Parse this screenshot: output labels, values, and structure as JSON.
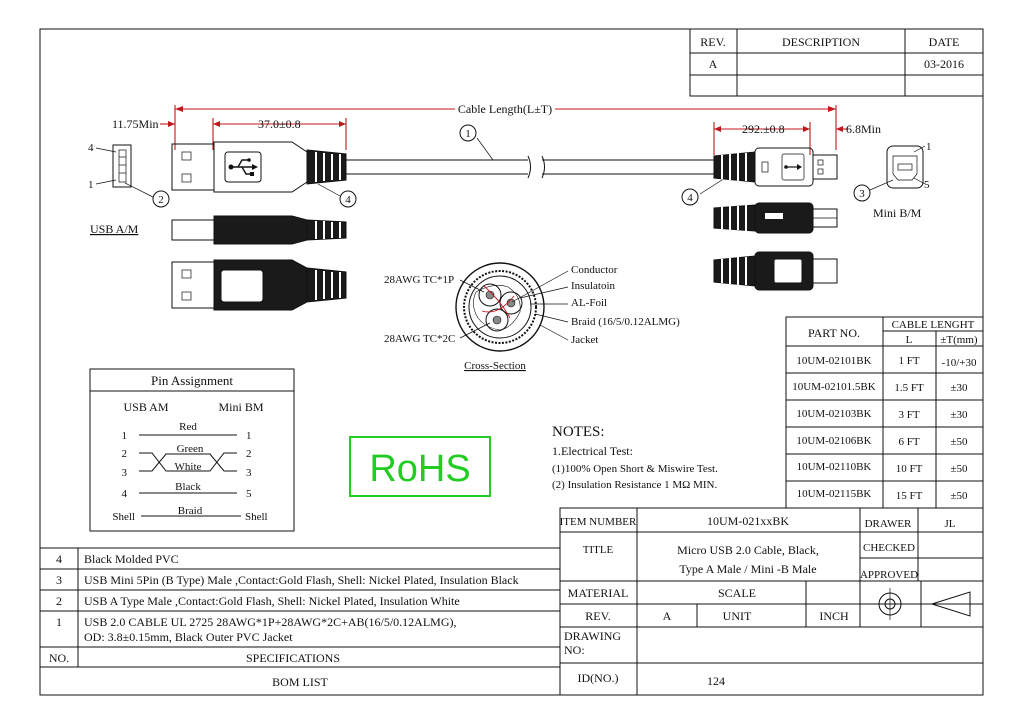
{
  "revision_block": {
    "rev_header": "REV.",
    "description_header": "DESCRIPTION",
    "date_header": "DATE",
    "rev_value": "A",
    "description_value": "",
    "date_value": "03-2016"
  },
  "drawing": {
    "cable_length": "Cable Length(L±T)",
    "dim_left_min": "11.75Min",
    "dim_left_len": "37.0±0.8",
    "dim_right_len": "292.±0.8",
    "dim_right_min": "6.8Min",
    "callout_1": "1",
    "callout_2": "2",
    "callout_3": "3",
    "callout_4": "4",
    "usb_a_pin_4": "4",
    "usb_a_pin_1": "1",
    "mini_b_pin_1": "1",
    "mini_b_pin_5": "5",
    "usb_a_label": "USB A/M",
    "mini_b_label": "Mini B/M"
  },
  "cross_section": {
    "title": "Cross-Section",
    "label_tc1": "28AWG TC*1P",
    "label_tc2": "28AWG TC*2C",
    "label_conductor": "Conductor",
    "label_insulation": "Insulatoin",
    "label_foil": "AL-Foil",
    "label_braid": "Braid (16/5/0.12ALMG)",
    "label_jacket": "Jacket"
  },
  "pin_assignment": {
    "title": "Pin Assignment",
    "left_header": "USB AM",
    "right_header": "Mini BM",
    "rows": [
      {
        "left": "1",
        "wire": "Red",
        "right": "1"
      },
      {
        "left": "2",
        "wire": "Green",
        "right": "2"
      },
      {
        "left": "3",
        "wire": "White",
        "right": "3"
      },
      {
        "left": "4",
        "wire": "Black",
        "right": "5"
      },
      {
        "left": "Shell",
        "wire": "Braid",
        "right": "Shell"
      }
    ]
  },
  "rohs": {
    "label": "RoHS",
    "color": "#22cc22"
  },
  "notes": {
    "title": "NOTES:",
    "subtitle": "1.Electrical Test:",
    "line1": "(1)100% Open Short & Miswire Test.",
    "line2": "(2) Insulation Resistance 1 MΩ  MIN."
  },
  "part_table": {
    "part_header": "PART NO.",
    "length_header": "CABLE LENGHT",
    "l_header": "L",
    "t_header": "±T(mm)",
    "rows": [
      {
        "part": "10UM-02101BK",
        "length": "1 FT",
        "tolerance": "-10/+30"
      },
      {
        "part": "10UM-02101.5BK",
        "length": "1.5 FT",
        "tolerance": "±30"
      },
      {
        "part": "10UM-02103BK",
        "length": "3 FT",
        "tolerance": "±30"
      },
      {
        "part": "10UM-02106BK",
        "length": "6 FT",
        "tolerance": "±50"
      },
      {
        "part": "10UM-02110BK",
        "length": "10 FT",
        "tolerance": "±50"
      },
      {
        "part": "10UM-02115BK",
        "length": "15 FT",
        "tolerance": "±50"
      }
    ]
  },
  "title_block": {
    "item_number_label": "ITEM NUMBER",
    "item_number_value": "10UM-021xxBK",
    "drawer_label": "DRAWER",
    "drawer_value": "JL",
    "title_label": "TITLE",
    "title_line1": "Micro USB 2.0 Cable, Black,",
    "title_line2": "Type A Male / Mini -B Male",
    "checked_label": "CHECKED",
    "approved_label": "APPROVED",
    "material_label": "MATERIAL",
    "scale_label": "SCALE",
    "rev_label": "REV.",
    "rev_value": "A",
    "unit_label": "UNIT",
    "unit_value": "INCH",
    "drawing_no_line1": "DRAWING",
    "drawing_no_line2": "NO:",
    "id_label": "ID(NO.)",
    "id_value": "124"
  },
  "bom": {
    "no_header": "NO.",
    "spec_header": "SPECIFICATIONS",
    "footer": "BOM LIST",
    "items": [
      {
        "no": "4",
        "spec": "Black Molded PVC",
        "spec2": ""
      },
      {
        "no": "3",
        "spec": "USB Mini 5Pin (B Type) Male ,Contact:Gold Flash, Shell: Nickel Plated, Insulation Black",
        "spec2": ""
      },
      {
        "no": "2",
        "spec": "USB A Type Male ,Contact:Gold Flash, Shell: Nickel Plated, Insulation White",
        "spec2": ""
      },
      {
        "no": "1",
        "spec": "USB 2.0 CABLE   UL 2725 28AWG*1P+28AWG*2C+AB(16/5/0.12ALMG),",
        "spec2": "OD: 3.8±0.15mm, Black Outer PVC Jacket"
      }
    ]
  }
}
